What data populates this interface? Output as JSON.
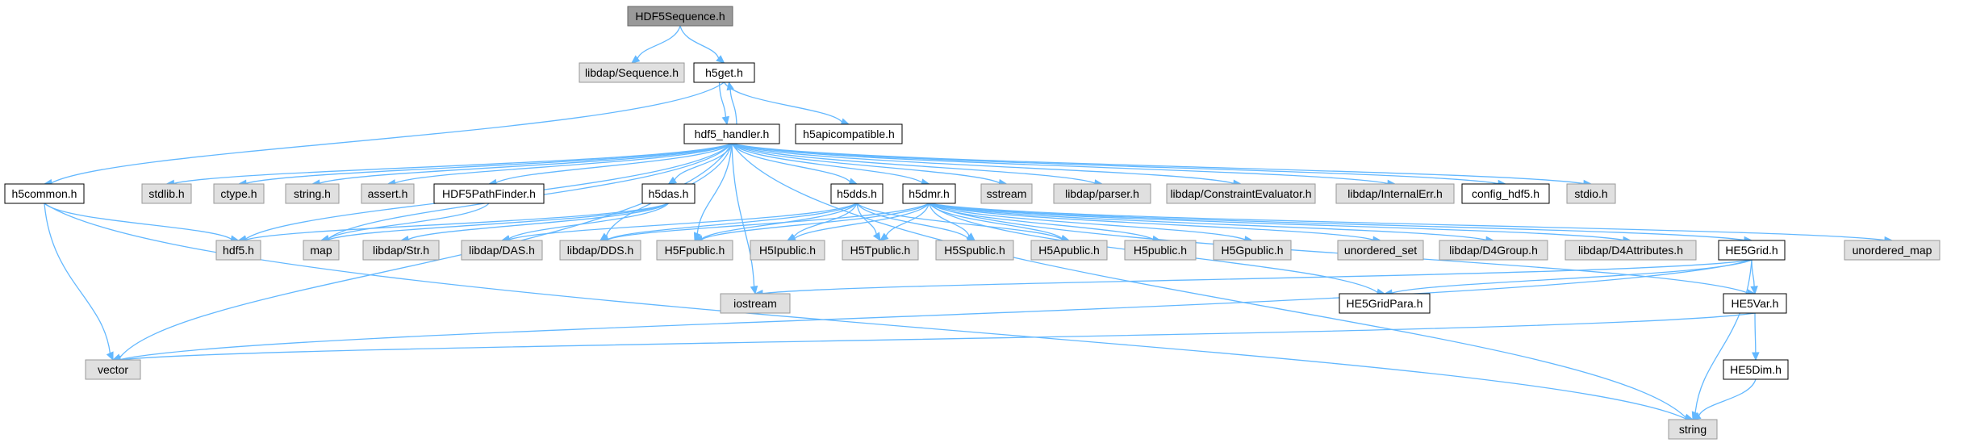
{
  "colors": {
    "edge": "#63b8ff",
    "node_fill": "#ffffff",
    "node_stroke": "#000000",
    "external_fill": "#e0e0e0",
    "external_stroke": "#999999",
    "root_fill": "#999999",
    "root_stroke": "#666666"
  },
  "nodes": [
    {
      "id": "HDF5Sequence.h",
      "label": "HDF5Sequence.h",
      "kind": "root"
    },
    {
      "id": "libdap/Sequence.h",
      "label": "libdap/Sequence.h",
      "kind": "external"
    },
    {
      "id": "h5get.h",
      "label": "h5get.h",
      "kind": "file"
    },
    {
      "id": "hdf5_handler.h",
      "label": "hdf5_handler.h",
      "kind": "file"
    },
    {
      "id": "h5apicompatible.h",
      "label": "h5apicompatible.h",
      "kind": "file"
    },
    {
      "id": "h5common.h",
      "label": "h5common.h",
      "kind": "file"
    },
    {
      "id": "stdlib.h",
      "label": "stdlib.h",
      "kind": "external"
    },
    {
      "id": "ctype.h",
      "label": "ctype.h",
      "kind": "external"
    },
    {
      "id": "string.h",
      "label": "string.h",
      "kind": "external"
    },
    {
      "id": "assert.h",
      "label": "assert.h",
      "kind": "external"
    },
    {
      "id": "HDF5PathFinder.h",
      "label": "HDF5PathFinder.h",
      "kind": "file"
    },
    {
      "id": "h5das.h",
      "label": "h5das.h",
      "kind": "file"
    },
    {
      "id": "h5dds.h",
      "label": "h5dds.h",
      "kind": "file"
    },
    {
      "id": "h5dmr.h",
      "label": "h5dmr.h",
      "kind": "file"
    },
    {
      "id": "sstream",
      "label": "sstream",
      "kind": "external"
    },
    {
      "id": "libdap/parser.h",
      "label": "libdap/parser.h",
      "kind": "external"
    },
    {
      "id": "libdap/ConstraintEvaluator.h",
      "label": "libdap/ConstraintEvaluator.h",
      "kind": "external"
    },
    {
      "id": "libdap/InternalErr.h",
      "label": "libdap/InternalErr.h",
      "kind": "external"
    },
    {
      "id": "config_hdf5.h",
      "label": "config_hdf5.h",
      "kind": "file"
    },
    {
      "id": "stdio.h",
      "label": "stdio.h",
      "kind": "external"
    },
    {
      "id": "hdf5.h",
      "label": "hdf5.h",
      "kind": "external"
    },
    {
      "id": "map",
      "label": "map",
      "kind": "external"
    },
    {
      "id": "libdap/Str.h",
      "label": "libdap/Str.h",
      "kind": "external"
    },
    {
      "id": "libdap/DAS.h",
      "label": "libdap/DAS.h",
      "kind": "external"
    },
    {
      "id": "libdap/DDS.h",
      "label": "libdap/DDS.h",
      "kind": "external"
    },
    {
      "id": "H5Fpublic.h",
      "label": "H5Fpublic.h",
      "kind": "external"
    },
    {
      "id": "H5Ipublic.h",
      "label": "H5Ipublic.h",
      "kind": "external"
    },
    {
      "id": "H5Tpublic.h",
      "label": "H5Tpublic.h",
      "kind": "external"
    },
    {
      "id": "H5Spublic.h",
      "label": "H5Spublic.h",
      "kind": "external"
    },
    {
      "id": "H5Apublic.h",
      "label": "H5Apublic.h",
      "kind": "external"
    },
    {
      "id": "H5public.h",
      "label": "H5public.h",
      "kind": "external"
    },
    {
      "id": "H5Gpublic.h",
      "label": "H5Gpublic.h",
      "kind": "external"
    },
    {
      "id": "unordered_set",
      "label": "unordered_set",
      "kind": "external"
    },
    {
      "id": "libdap/D4Group.h",
      "label": "libdap/D4Group.h",
      "kind": "external"
    },
    {
      "id": "libdap/D4Attributes.h",
      "label": "libdap/D4Attributes.h",
      "kind": "external"
    },
    {
      "id": "HE5Grid.h",
      "label": "HE5Grid.h",
      "kind": "file"
    },
    {
      "id": "unordered_map",
      "label": "unordered_map",
      "kind": "external"
    },
    {
      "id": "iostream",
      "label": "iostream",
      "kind": "external"
    },
    {
      "id": "HE5GridPara.h",
      "label": "HE5GridPara.h",
      "kind": "file"
    },
    {
      "id": "HE5Var.h",
      "label": "HE5Var.h",
      "kind": "file"
    },
    {
      "id": "vector",
      "label": "vector",
      "kind": "external"
    },
    {
      "id": "HE5Dim.h",
      "label": "HE5Dim.h",
      "kind": "file"
    },
    {
      "id": "string",
      "label": "string",
      "kind": "external"
    }
  ],
  "edges": [
    [
      "HDF5Sequence.h",
      "libdap/Sequence.h"
    ],
    [
      "HDF5Sequence.h",
      "h5get.h"
    ],
    [
      "h5get.h",
      "hdf5_handler.h"
    ],
    [
      "h5get.h",
      "h5apicompatible.h"
    ],
    [
      "h5get.h",
      "h5common.h"
    ],
    [
      "hdf5_handler.h",
      "h5get.h"
    ],
    [
      "hdf5_handler.h",
      "stdlib.h"
    ],
    [
      "hdf5_handler.h",
      "ctype.h"
    ],
    [
      "hdf5_handler.h",
      "string.h"
    ],
    [
      "hdf5_handler.h",
      "assert.h"
    ],
    [
      "hdf5_handler.h",
      "HDF5PathFinder.h"
    ],
    [
      "hdf5_handler.h",
      "h5das.h"
    ],
    [
      "hdf5_handler.h",
      "h5dds.h"
    ],
    [
      "hdf5_handler.h",
      "h5dmr.h"
    ],
    [
      "hdf5_handler.h",
      "sstream"
    ],
    [
      "hdf5_handler.h",
      "libdap/parser.h"
    ],
    [
      "hdf5_handler.h",
      "libdap/ConstraintEvaluator.h"
    ],
    [
      "hdf5_handler.h",
      "libdap/InternalErr.h"
    ],
    [
      "hdf5_handler.h",
      "config_hdf5.h"
    ],
    [
      "hdf5_handler.h",
      "stdio.h"
    ],
    [
      "hdf5_handler.h",
      "hdf5.h"
    ],
    [
      "hdf5_handler.h",
      "map"
    ],
    [
      "hdf5_handler.h",
      "libdap/DDS.h"
    ],
    [
      "hdf5_handler.h",
      "H5Fpublic.h"
    ],
    [
      "hdf5_handler.h",
      "iostream"
    ],
    [
      "hdf5_handler.h",
      "vector"
    ],
    [
      "hdf5_handler.h",
      "string"
    ],
    [
      "h5common.h",
      "hdf5.h"
    ],
    [
      "h5common.h",
      "vector"
    ],
    [
      "h5common.h",
      "string"
    ],
    [
      "HDF5PathFinder.h",
      "map"
    ],
    [
      "h5das.h",
      "hdf5.h"
    ],
    [
      "h5das.h",
      "libdap/Str.h"
    ],
    [
      "h5das.h",
      "libdap/DAS.h"
    ],
    [
      "h5das.h",
      "map"
    ],
    [
      "h5dds.h",
      "libdap/DDS.h"
    ],
    [
      "h5dds.h",
      "H5Fpublic.h"
    ],
    [
      "h5dds.h",
      "H5Ipublic.h"
    ],
    [
      "h5dds.h",
      "H5Tpublic.h"
    ],
    [
      "h5dds.h",
      "H5Spublic.h"
    ],
    [
      "h5dds.h",
      "H5Apublic.h"
    ],
    [
      "h5dds.h",
      "libdap/DAS.h"
    ],
    [
      "h5dmr.h",
      "libdap/DDS.h"
    ],
    [
      "h5dmr.h",
      "H5Fpublic.h"
    ],
    [
      "h5dmr.h",
      "H5Ipublic.h"
    ],
    [
      "h5dmr.h",
      "H5Tpublic.h"
    ],
    [
      "h5dmr.h",
      "H5Spublic.h"
    ],
    [
      "h5dmr.h",
      "H5Apublic.h"
    ],
    [
      "h5dmr.h",
      "H5public.h"
    ],
    [
      "h5dmr.h",
      "H5Gpublic.h"
    ],
    [
      "h5dmr.h",
      "unordered_set"
    ],
    [
      "h5dmr.h",
      "libdap/D4Group.h"
    ],
    [
      "h5dmr.h",
      "libdap/D4Attributes.h"
    ],
    [
      "h5dmr.h",
      "HE5Grid.h"
    ],
    [
      "h5dmr.h",
      "HE5GridPara.h"
    ],
    [
      "h5dmr.h",
      "HE5Var.h"
    ],
    [
      "h5dmr.h",
      "unordered_map"
    ],
    [
      "HE5Grid.h",
      "HE5Var.h"
    ],
    [
      "HE5Grid.h",
      "HE5GridPara.h"
    ],
    [
      "HE5Grid.h",
      "iostream"
    ],
    [
      "HE5Grid.h",
      "vector"
    ],
    [
      "HE5Grid.h",
      "string"
    ],
    [
      "HE5Var.h",
      "HE5Dim.h"
    ],
    [
      "HE5Var.h",
      "vector"
    ],
    [
      "HE5Dim.h",
      "string"
    ]
  ]
}
